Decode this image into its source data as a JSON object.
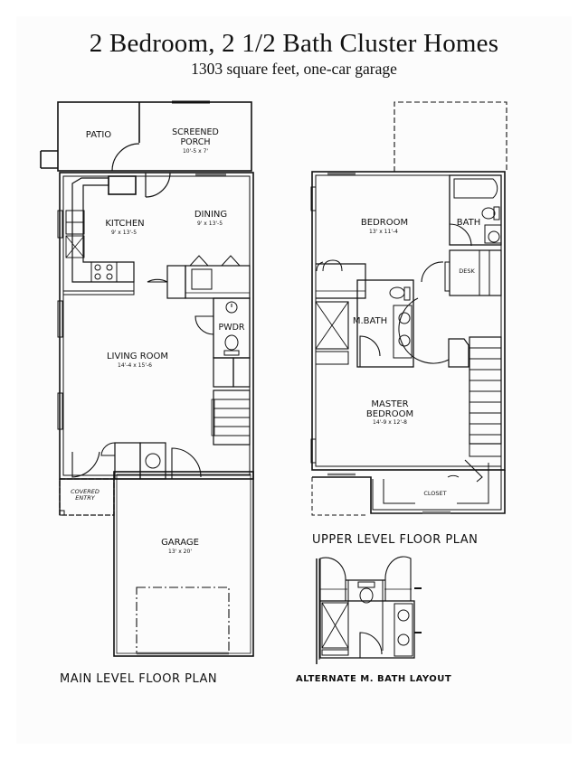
{
  "header": {
    "title": "2 Bedroom, 2 1/2 Bath Cluster Homes",
    "subtitle": "1303 square feet, one-car garage"
  },
  "main_level": {
    "caption": "MAIN LEVEL FLOOR PLAN",
    "rooms": {
      "patio": {
        "name": "PATIO"
      },
      "screened_porch": {
        "name_line1": "SCREENED",
        "name_line2": "PORCH",
        "size": "10'-5 x 7'"
      },
      "kitchen": {
        "name": "KITCHEN",
        "size": "9' x 13'-5"
      },
      "dining": {
        "name": "DINING",
        "size": "9' x 13'-5"
      },
      "powder": {
        "name": "PWDR"
      },
      "living_room": {
        "name": "LIVING ROOM",
        "size": "14'-4 x 15'-6"
      },
      "covered_entry": {
        "name_line1": "COVERED",
        "name_line2": "ENTRY"
      },
      "garage": {
        "name": "GARAGE",
        "size": "13' x 20'"
      }
    }
  },
  "upper_level": {
    "caption": "UPPER LEVEL FLOOR PLAN",
    "rooms": {
      "bedroom": {
        "name": "BEDROOM",
        "size": "13' x 11'-4"
      },
      "bath": {
        "name": "BATH"
      },
      "desk": {
        "name": "DESK"
      },
      "master_bath": {
        "name": "M.BATH"
      },
      "master_bedroom": {
        "name_line1": "MASTER",
        "name_line2": "BEDROOM",
        "size": "14'-9 x 12'-8"
      },
      "closet": {
        "name": "CLOSET"
      }
    }
  },
  "alternate": {
    "caption": "ALTERNATE M. BATH LAYOUT"
  },
  "colors": {
    "line": "#111111",
    "background": "#ffffff",
    "sheet": "#fcfcfc"
  }
}
